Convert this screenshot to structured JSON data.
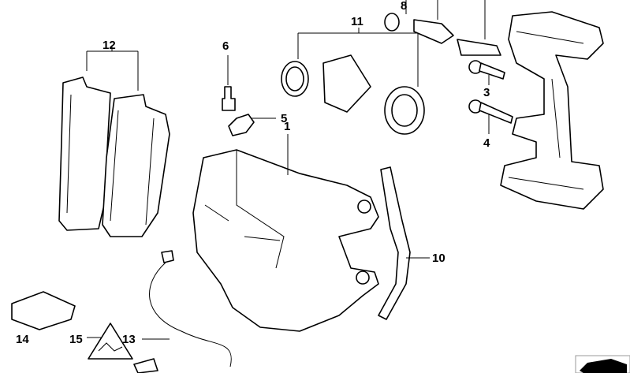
{
  "diagram": {
    "title": "Brake caliper parts diagram",
    "callouts": [
      {
        "id": "1",
        "label": "1"
      },
      {
        "id": "3",
        "label": "3"
      },
      {
        "id": "4",
        "label": "4"
      },
      {
        "id": "5",
        "label": "5"
      },
      {
        "id": "6",
        "label": "6"
      },
      {
        "id": "8",
        "label": "8"
      },
      {
        "id": "10",
        "label": "10"
      },
      {
        "id": "11",
        "label": "11"
      },
      {
        "id": "12",
        "label": "12"
      },
      {
        "id": "13",
        "label": "13"
      },
      {
        "id": "14",
        "label": "14"
      },
      {
        "id": "15",
        "label": "15"
      }
    ]
  }
}
